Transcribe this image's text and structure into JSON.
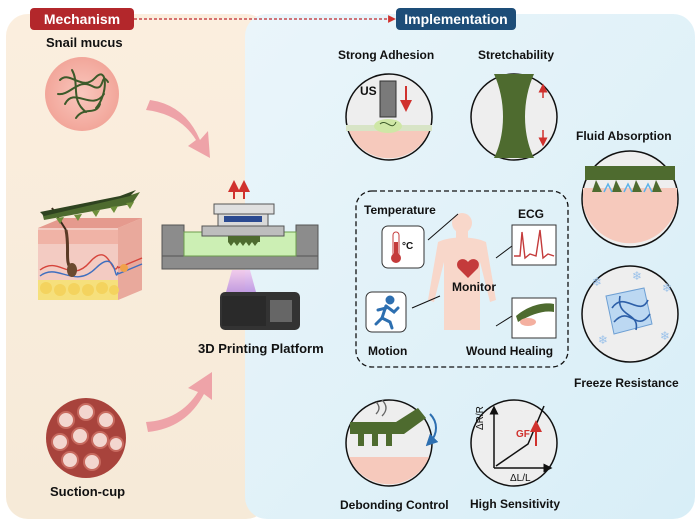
{
  "headers": {
    "mechanism": "Mechanism",
    "implementation": "Implementation"
  },
  "mechanism": {
    "snail": "Snail mucus",
    "suction": "Suction-cup"
  },
  "platform": {
    "label": "3D Printing Platform"
  },
  "features": {
    "adhesion": "Strong Adhesion",
    "stretch": "Stretchability",
    "fluid": "Fluid Absorption",
    "freeze": "Freeze Resistance",
    "debond": "Debonding Control",
    "sensitivity": "High Sensitivity"
  },
  "monitor": {
    "temperature": "Temperature",
    "ecg": "ECG",
    "monitor": "Monitor",
    "motion": "Motion",
    "wound": "Wound Healing",
    "unit": "°C"
  },
  "adhesion_tag": "US",
  "graph": {
    "ylabel": "ΔR/R",
    "xlabel": "ΔL/L",
    "gf": "GF"
  },
  "colors": {
    "mechanism_header": "#b3272b",
    "implementation_header": "#1d4d78",
    "gel_green": "#4e6b2f",
    "skin_pink": "#f6c9bc",
    "arrow_pink": "#e8969b"
  }
}
